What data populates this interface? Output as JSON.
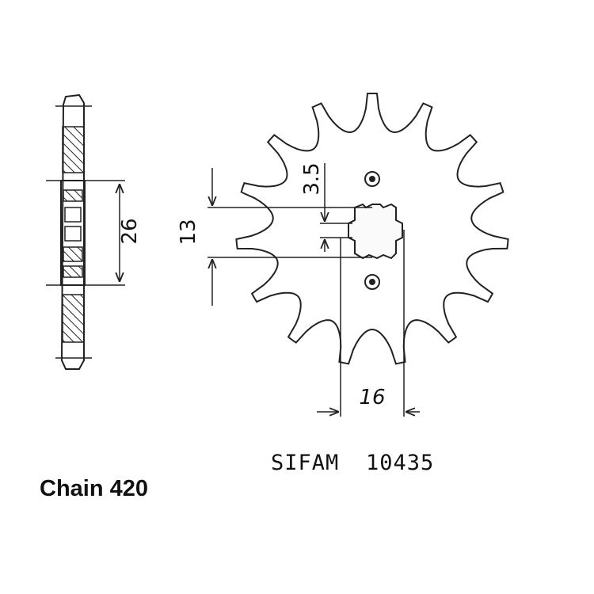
{
  "drawing": {
    "chain_label": "Chain 420",
    "part_brand": "SIFAM",
    "part_number": "10435",
    "dimensions": {
      "hub_width": "26",
      "bore_diameter": "13",
      "bolt_hole": "3.5",
      "bolt_spacing": "16"
    },
    "sprocket": {
      "teeth": 15
    }
  }
}
